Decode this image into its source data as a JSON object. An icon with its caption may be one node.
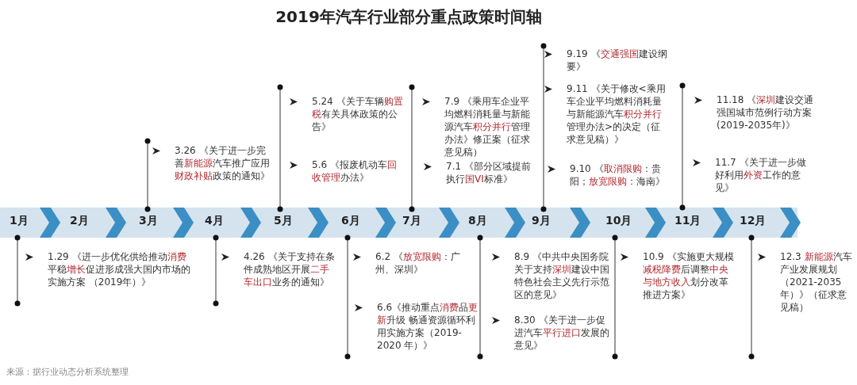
{
  "diagram": {
    "title": "2019年汽车行业部分重点政策时间轴",
    "labels": [
      "1月",
      "2月",
      "3月",
      "4月",
      "5月",
      "6月",
      "7月",
      "8月",
      "9月",
      "10月",
      "11月",
      "12月",
      "3.26 《关于进一步完善**新能源**汽车推广应用**财政补贴**政策的通知》",
      "5.24 《关于车辆**购置税**有关具体政策的公告》",
      "5.6 《报废机动车**回收管理**办法》",
      "7.9 《乘用车企业平均燃料消耗量与新能源汽车**积分并行**管理办法》修正案（征求意见稿）",
      "7.1 《部分区域提前执行**国VI**标准》",
      "9.19 《**交通强国**建设纲要》",
      "9.11 《关于修改<乘用车企业平均燃料消耗量与新能源汽车**积分并行**管理办法>的决定（征求意见稿）》",
      "9.10 《**取消限购**：贵阳；**放宽限购**：海南》",
      "11.18 《**深圳**建设交通强国城市范例行动方案(2019-2035年)》",
      "11.7 《关于进一步做好利用**外资**工作的意见》",
      "1.29 《进一步优化供给推动**消费**平稳**增长**促进形成强大国内市场的实施方案 （2019年）》",
      "4.26 《关于支持在条件成熟地区开展**二手车出口**业务的通知》",
      "6.2 《**放宽限购**：广州、深圳》",
      "6.6《推动重点**消费**品**更新**升级 畅通资源循环利用实施方案（2019-2020 年）》",
      "8.9 《中共中央国务院关于支持**深圳**建设中国特色社会主义先行示范区的意见》",
      "8.30 《关于进一步促进汽车**平行进口**发展的意见》",
      "10.9 《实施更大规模**减税降费**后调整**中央与地方收入**划分改革推进方案》",
      "12.3 **新能源**汽车产业发展规划（2021-2035年）》（征求意见稿）"
    ],
    "caption": "来源：据行业动态分析系统整理"
  }
}
